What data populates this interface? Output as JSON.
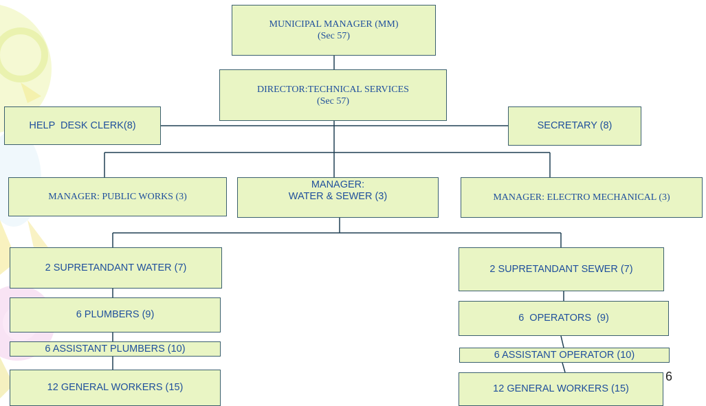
{
  "org_chart": {
    "mm": {
      "title": "MUNICIPAL MANAGER (MM)",
      "sub": "(Sec 57)"
    },
    "director": {
      "title": "DIRECTOR:TECHNICAL SERVICES",
      "sub": "(Sec 57)"
    },
    "help_desk": {
      "label": "HELP  DESK CLERK(8)"
    },
    "secretary": {
      "label": "SECRETARY (8)"
    },
    "mgr_public_works": {
      "label": "MANAGER: PUBLIC WORKS (3)"
    },
    "mgr_water_sewer": {
      "line1": "MANAGER:",
      "line2": "WATER & SEWER (3)"
    },
    "mgr_electro": {
      "label": "MANAGER: ELECTRO MECHANICAL (3)"
    },
    "water_branch": {
      "superintendent": "2 SUPRETANDANT WATER (7)",
      "plumbers": "6 PLUMBERS (9)",
      "assistant_plumbers": "6 ASSISTANT PLUMBERS (10)",
      "general_workers": "12 GENERAL WORKERS (15)"
    },
    "sewer_branch": {
      "superintendent": "2 SUPRETANDANT SEWER (7)",
      "operators": "6  OPERATORS  (9)",
      "assistant_operator": "6 ASSISTANT OPERATOR (10)",
      "general_workers": "12 GENERAL WORKERS (15)"
    }
  },
  "page_number": "6",
  "colors": {
    "box_fill": "#e9f5c4",
    "box_border": "#3a5f6e",
    "text": "#1f4f9c",
    "connector": "#1f3f52"
  }
}
